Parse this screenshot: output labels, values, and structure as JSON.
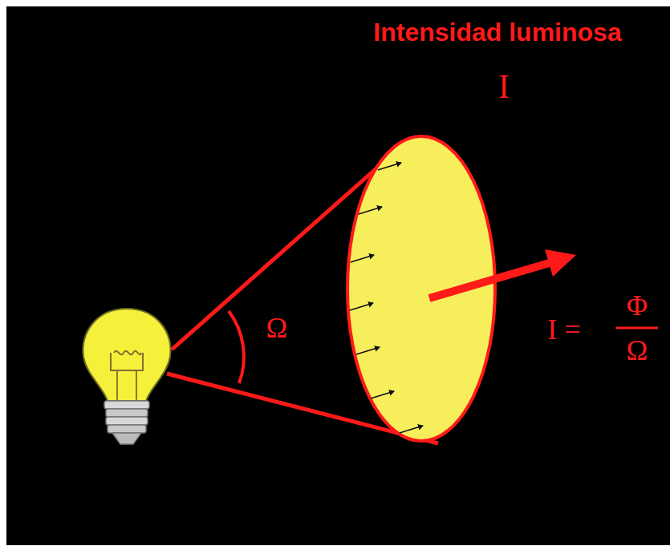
{
  "diagram": {
    "title": "Intensidad luminosa",
    "labels": [
      "I",
      "Ω",
      "I =",
      "Φ",
      "Ω"
    ]
  }
}
